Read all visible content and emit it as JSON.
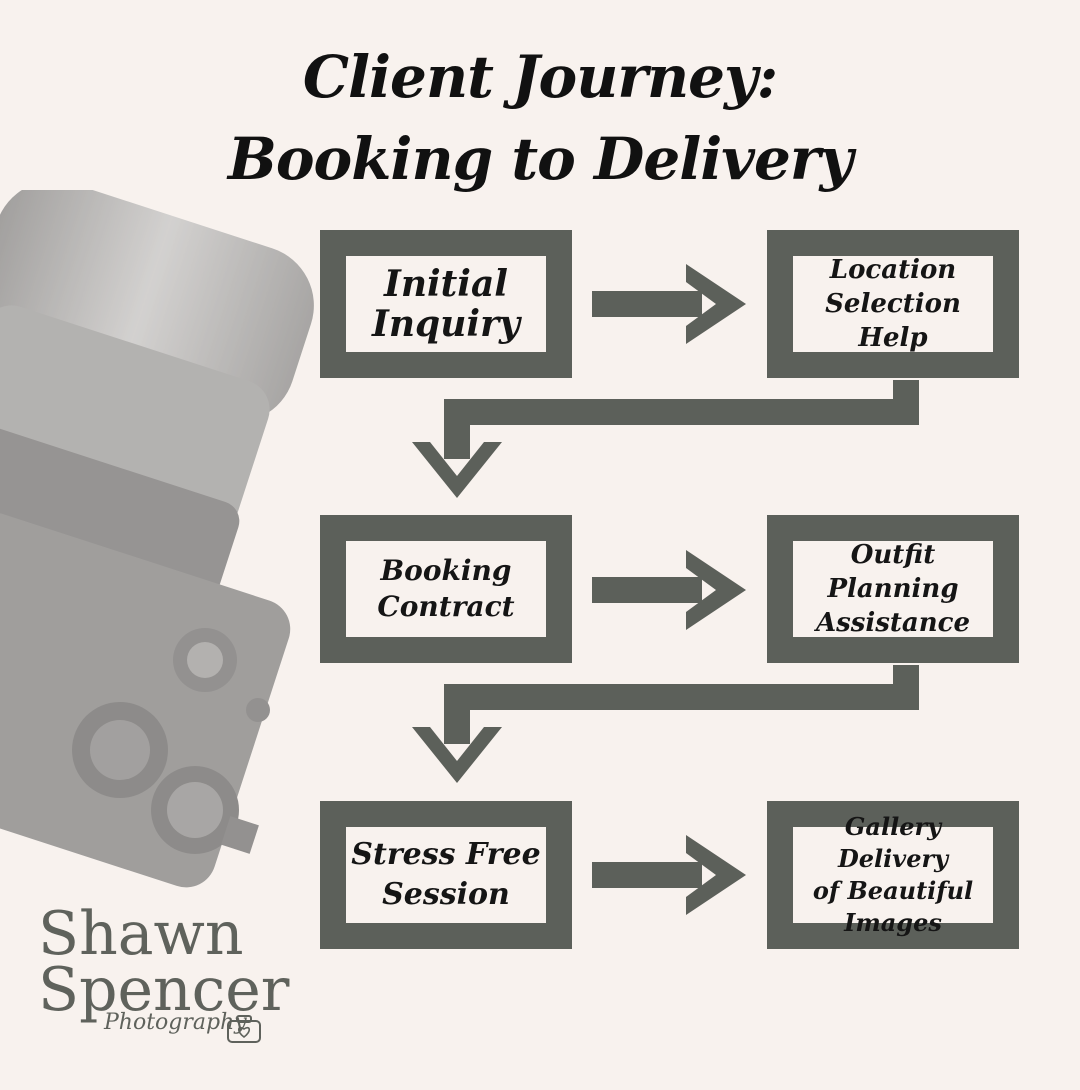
{
  "title": {
    "line1": "Client Journey:",
    "line2": "Booking to Delivery"
  },
  "steps": [
    {
      "label": "Initial\nInquiry"
    },
    {
      "label": "Location\nSelection Help"
    },
    {
      "label": "Booking\nContract"
    },
    {
      "label": "Outfit\nPlanning\nAssistance"
    },
    {
      "label": "Stress Free\nSession"
    },
    {
      "label": "Gallery Delivery\nof Beautiful\nImages"
    }
  ],
  "brand": {
    "name_line1": "Shawn",
    "name_line2": "Spencer",
    "tagline": "Photography"
  },
  "colors": {
    "background": "#f8f2ee",
    "accent": "#5c605a",
    "text": "#111111"
  },
  "decor": {
    "camera": "camera-illustration",
    "logo_icon": "camera-heart-icon"
  }
}
